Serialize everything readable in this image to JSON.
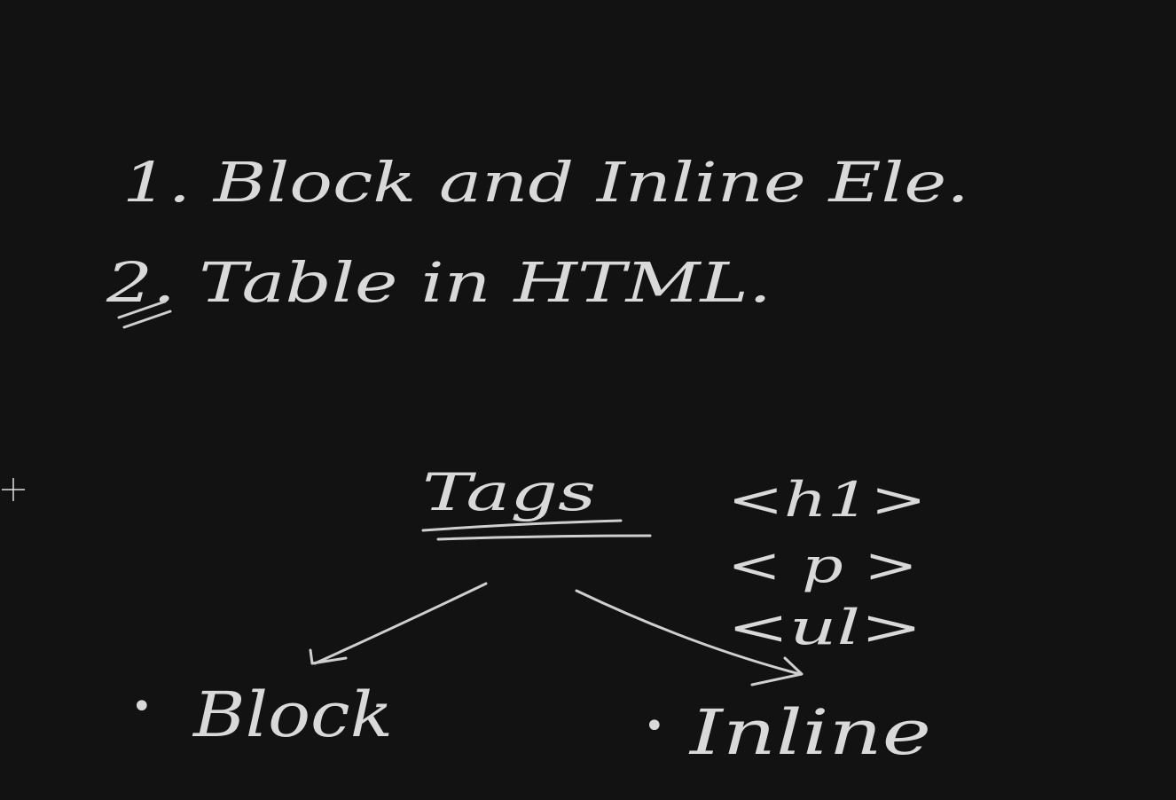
{
  "whiteboard": {
    "agenda": [
      {
        "text": "1. Block and Inline Ele."
      },
      {
        "text": "2. Table in HTML."
      }
    ],
    "diagram": {
      "root": "Tags",
      "examples": [
        "<h1>",
        "< p >",
        "<ul>"
      ],
      "children": [
        {
          "bullet": "•",
          "label": "Block"
        },
        {
          "bullet": "•",
          "label": "Inline"
        }
      ]
    }
  }
}
